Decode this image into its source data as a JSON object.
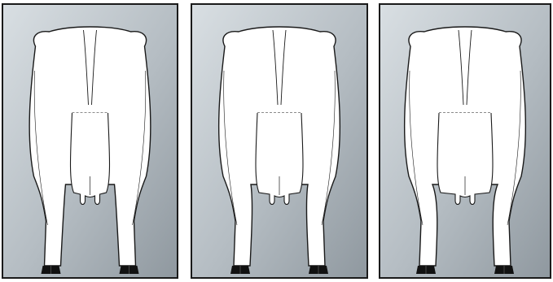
{
  "figure": {
    "panels": [
      {
        "id": "panel-1",
        "view": "rear",
        "udder_width": "narrow"
      },
      {
        "id": "panel-2",
        "view": "rear",
        "udder_width": "intermediate"
      },
      {
        "id": "panel-3",
        "view": "rear",
        "udder_width": "wide"
      }
    ],
    "colors": {
      "background_light": "#d9dfe3",
      "background_dark": "#8f989f",
      "border": "#1a1a1a",
      "animal_fill": "#ffffff",
      "outline": "#1a1a1a",
      "hoof": "#111111"
    }
  }
}
